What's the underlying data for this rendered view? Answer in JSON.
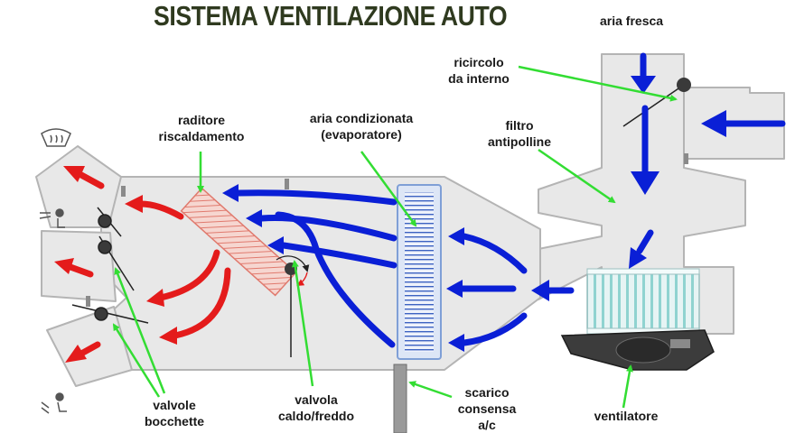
{
  "title": "SISTEMA VENTILAZIONE AUTO",
  "labels": {
    "aria_fresca": "aria fresca",
    "ricircolo": [
      "ricircolo",
      "da interno"
    ],
    "filtro": [
      "filtro",
      "antipolline"
    ],
    "aria_condizionata": [
      "aria condizionata",
      "(evaporatore)"
    ],
    "raditore": [
      "raditore",
      "riscaldamento"
    ],
    "valvola": [
      "valvola",
      "caldo/freddo"
    ],
    "scarico": [
      "scarico",
      "consensa",
      "a/c"
    ],
    "ventilatore": "ventilatore",
    "valvole": [
      "valvole",
      "bocchette"
    ]
  },
  "colors": {
    "duct": "#e8e8e8",
    "duct_outline": "#b4b4b4",
    "cold_arrow": "#0a1fd6",
    "hot_arrow": "#e41b1b",
    "pointer": "#33dd33",
    "evaporator": "#7f9fd6",
    "radiator": "#e88a80",
    "title": "#2f3a1f"
  },
  "icons": [
    "defrost-icon",
    "face-vent-icon",
    "foot-vent-icon"
  ]
}
